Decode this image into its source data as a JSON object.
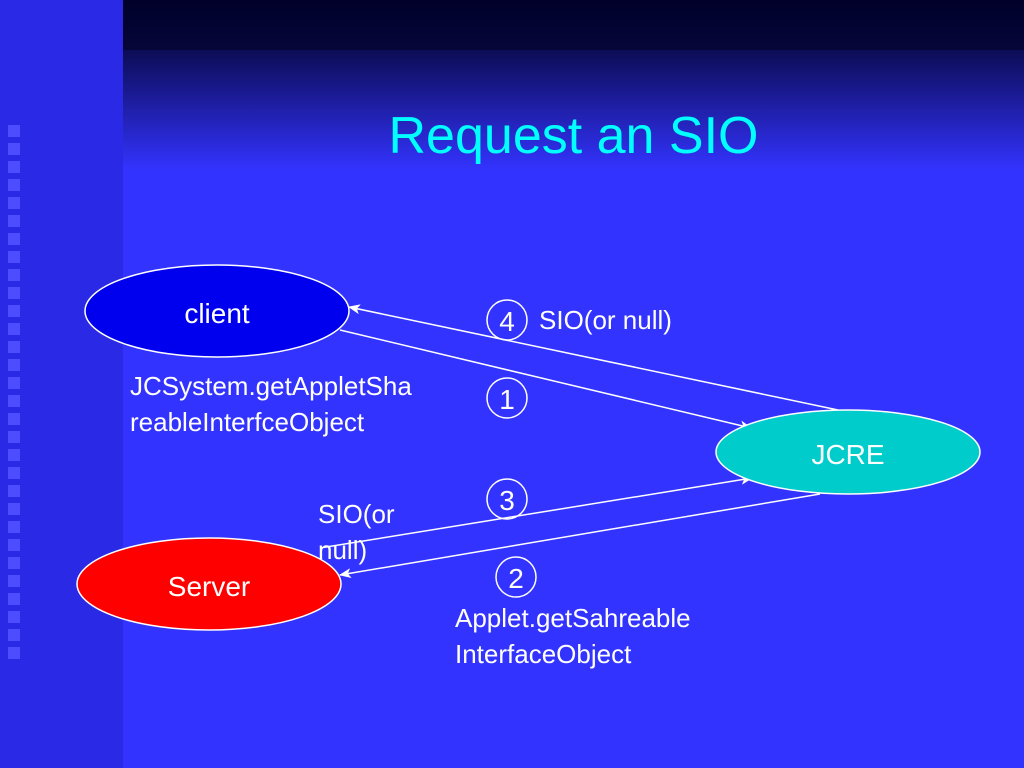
{
  "title": "Request an SIO",
  "nodes": {
    "client": "client",
    "jcre": "JCRE",
    "server": "Server"
  },
  "steps": [
    "4",
    "1",
    "3",
    "2"
  ],
  "labels": {
    "step4": "SIO(or null)",
    "step1": "JCSystem.getAppletSha\nreableInterfceObject",
    "step3": "SIO(or\nnull)",
    "step2": "Applet.getSahreable\nInterfaceObject"
  },
  "colors": {
    "background": "#3333ff",
    "title": "#00ffff",
    "client": "#0000ee",
    "jcre": "#00cccc",
    "server": "#ff0000",
    "arrows": "#ffffff"
  }
}
